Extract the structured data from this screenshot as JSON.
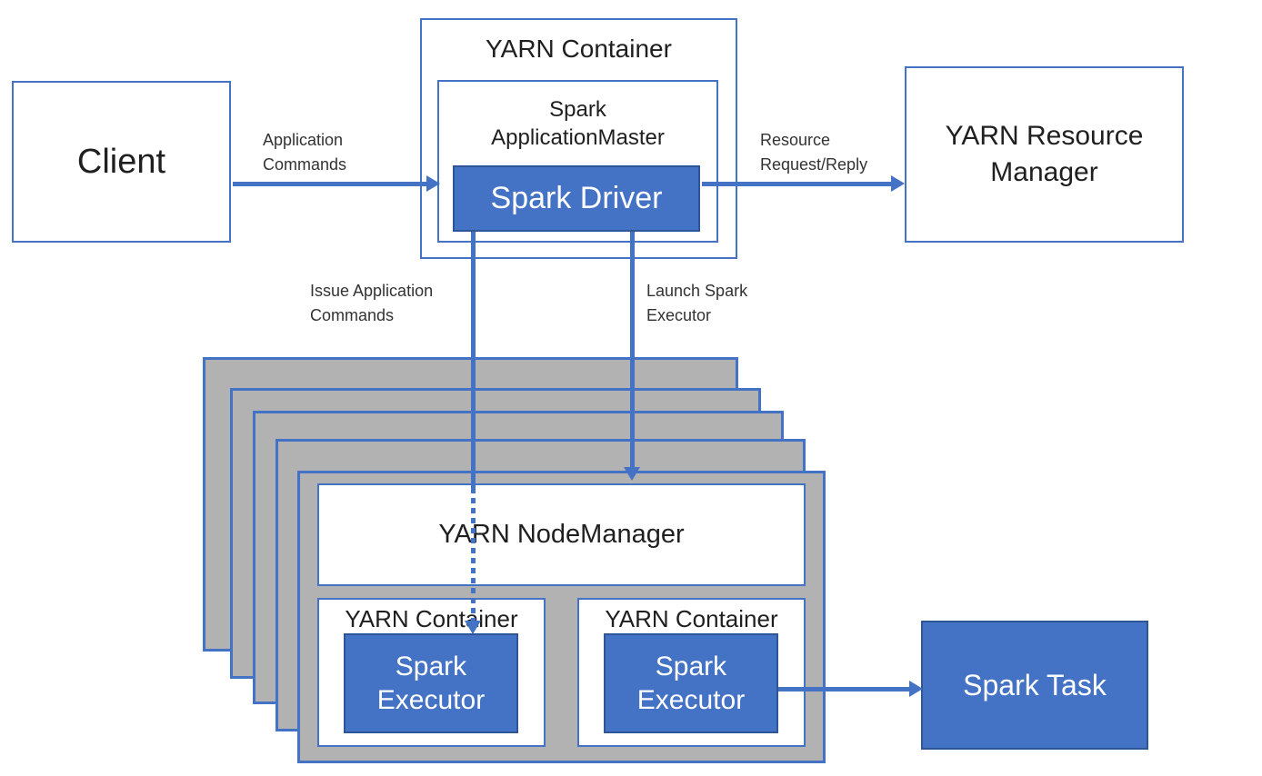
{
  "colors": {
    "accent_blue": "#4472C4",
    "fill_blue": "#4472C4",
    "fill_blue_border": "#2F5597",
    "gray_fill": "#B2B2B2",
    "text_dark": "#1F1F1F",
    "label_text": "#333333",
    "background": "#FFFFFF"
  },
  "nodes": {
    "client": {
      "label": "Client"
    },
    "yarn_container": {
      "label": "YARN Container"
    },
    "spark_application_master": {
      "label": "Spark\nApplicationMaster"
    },
    "spark_driver": {
      "label": "Spark Driver"
    },
    "yarn_resource_manager": {
      "label": "YARN Resource\nManager"
    },
    "yarn_node_manager": {
      "label": "YARN NodeManager"
    },
    "yarn_container_left": {
      "label": "YARN Container"
    },
    "yarn_container_right": {
      "label": "YARN Container"
    },
    "spark_executor_left": {
      "label": "Spark\nExecutor"
    },
    "spark_executor_right": {
      "label": "Spark\nExecutor"
    },
    "spark_task": {
      "label": "Spark Task"
    },
    "node_stack_layer_count": 5
  },
  "edges": {
    "application_commands": {
      "label": "Application\nCommands",
      "style": "solid"
    },
    "resource_request_reply": {
      "label": "Resource\nRequest/Reply",
      "style": "solid"
    },
    "issue_application_commands": {
      "label": "Issue Application\nCommands",
      "style": "dotted"
    },
    "launch_spark_executor": {
      "label": "Launch Spark\nExecutor",
      "style": "solid"
    },
    "executor_to_task": {
      "style": "solid"
    }
  }
}
